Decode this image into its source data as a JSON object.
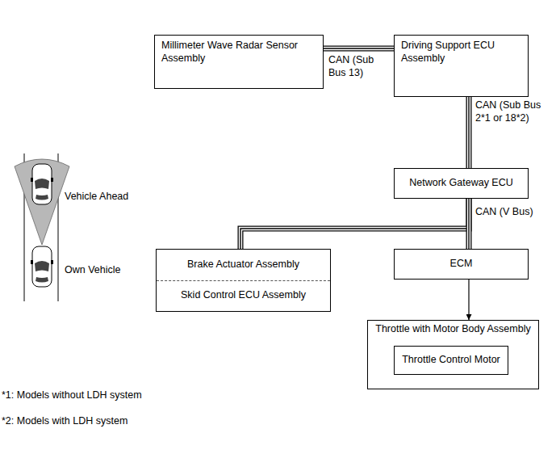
{
  "diagram": {
    "nodes": [
      {
        "text": [
          "Millimeter Wave Radar Sensor Assembly"
        ]
      },
      {
        "text": [
          "Driving Support ECU Assembly"
        ]
      },
      {
        "text": [
          "Network Gateway ECU"
        ]
      },
      {
        "text": [
          "Brake Actuator Assembly",
          "Skid Control ECU Assembly"
        ]
      },
      {
        "text": [
          "ECM"
        ]
      },
      {
        "text": [
          "Throttle with Motor Body Assembly"
        ]
      },
      {
        "text": [
          "Throttle Control Motor"
        ],
        "in": 5
      }
    ],
    "edges": [
      {
        "from": 0,
        "to": 1,
        "arrow": "none",
        "label": "CAN (Sub Bus 13)"
      },
      {
        "from": 1,
        "to": 2,
        "arrow": "none",
        "label": "CAN (Sub Bus 2*1 or 18*2)"
      },
      {
        "from": 2,
        "to": 3,
        "arrow": "none"
      },
      {
        "from": 2,
        "to": 4,
        "arrow": "none",
        "label": "CAN (V Bus)"
      },
      {
        "from": 4,
        "to": 5,
        "arrow": "to"
      }
    ],
    "labels": [
      "Vehicle Ahead",
      "Own Vehicle",
      "*1: Models without LDH system",
      "*2: Models with LDH system"
    ]
  }
}
